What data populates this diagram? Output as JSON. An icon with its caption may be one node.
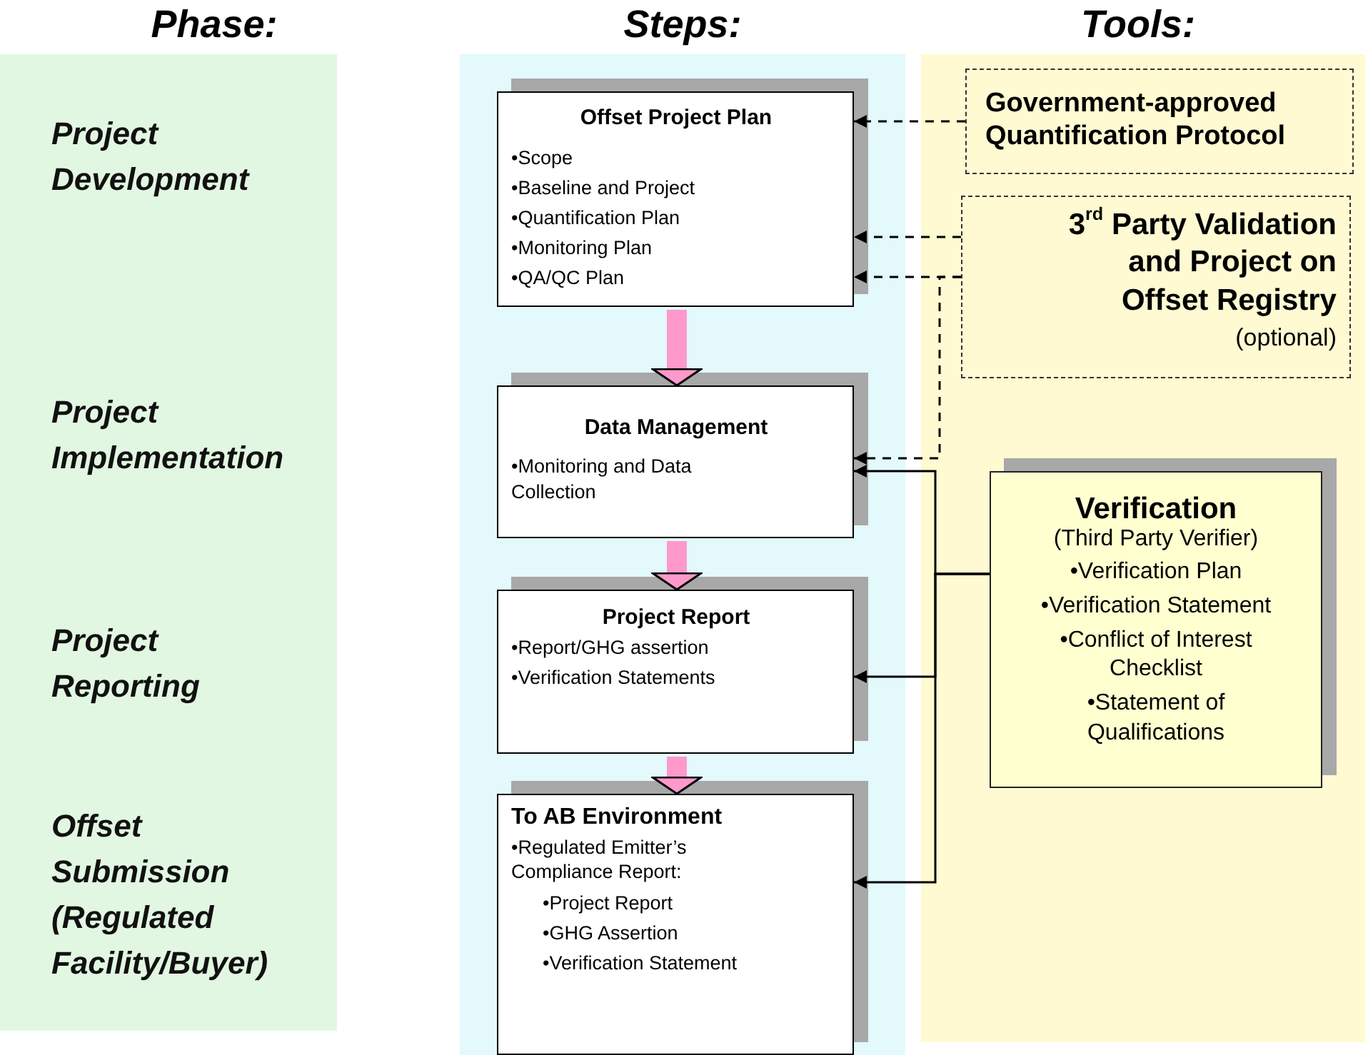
{
  "diagram": {
    "nodes": [
      {
        "text": [
          "Phase:"
        ]
      },
      {
        "text": [
          "Steps:"
        ]
      },
      {
        "text": [
          "Tools:"
        ]
      },
      {
        "text": [
          "Offset Project Plan",
          "•Scope",
          "•Baseline and Project",
          "•Quantification Plan",
          "•Monitoring Plan",
          "•QA/QC Plan"
        ],
        "in": 1
      },
      {
        "text": [
          "Data Management",
          "•Monitoring and Data Collection"
        ],
        "in": 1
      },
      {
        "text": [
          "Project Report",
          "•Report/GHG assertion",
          "•Verification Statements"
        ],
        "in": 1
      },
      {
        "text": [
          "To AB Environment",
          "•Regulated Emitter’s Compliance Report:",
          "•Project Report",
          "•GHG Assertion",
          "•Verification Statement"
        ],
        "in": 1
      },
      {
        "text": [
          "Government-approved Quantification Protocol"
        ],
        "in": 2
      },
      {
        "text": [
          "3$^{rd}$ Party Validation and Project on Offset Registry",
          "(optional)"
        ],
        "in": 2
      },
      {
        "text": [
          "Verification",
          "(Third Party Verifier)",
          "•Verification Plan",
          "•Verification Statement",
          "•Conflict of Interest Checklist",
          "•Statement of Qualifications"
        ],
        "in": 2
      }
    ],
    "edges": [
      {
        "from": 7,
        "to": 3,
        "arrow": "to",
        "style": "dashed"
      },
      {
        "from": 8,
        "to": 3,
        "arrow": "to",
        "style": "dashed"
      },
      {
        "from": 8,
        "to": 3,
        "arrow": "to",
        "style": "dashed"
      },
      {
        "from": 8,
        "to": 4,
        "arrow": "to",
        "style": "dashed"
      },
      {
        "from": 9,
        "to": 4,
        "arrow": "to"
      },
      {
        "from": 9,
        "to": 5,
        "arrow": "to"
      },
      {
        "from": 9,
        "to": 6,
        "arrow": "to"
      },
      {
        "from": 3,
        "to": 4,
        "arrow": "to",
        "style": "thick",
        "color": "#ff99cc"
      },
      {
        "from": 4,
        "to": 5,
        "arrow": "to",
        "style": "thick",
        "color": "#ff99cc"
      },
      {
        "from": 5,
        "to": 6,
        "arrow": "to",
        "style": "thick",
        "color": "#ff99cc"
      }
    ],
    "labels": [
      "Project Development",
      "Project Implementation",
      "Project Reporting",
      "Offset Submission (Regulated Facility/Buyer)"
    ]
  }
}
